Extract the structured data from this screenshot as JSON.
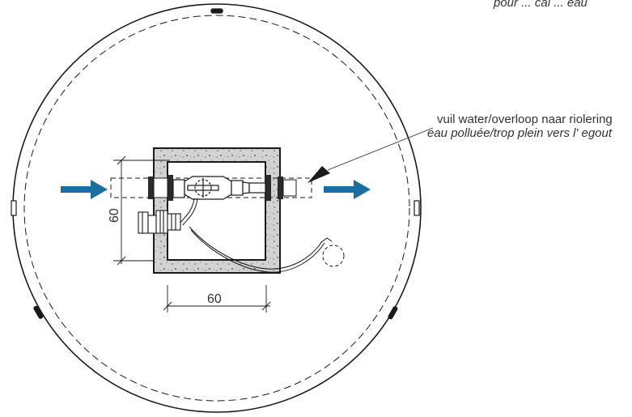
{
  "annotations": {
    "top_right_fragment": "pour ... cal ... eau",
    "callout_line1": "vuil water/overloop naar riolering",
    "callout_line2": "eau polluée/trop plein vers l' egout"
  },
  "dimensions": {
    "vertical": "60",
    "horizontal": "60"
  },
  "colors": {
    "arrow": "#1b6fa0",
    "line": "#1a1a1a",
    "concrete": "#d2d2d2"
  },
  "icons": {
    "flow_in": "arrow-right-icon",
    "flow_out": "arrow-right-icon"
  }
}
